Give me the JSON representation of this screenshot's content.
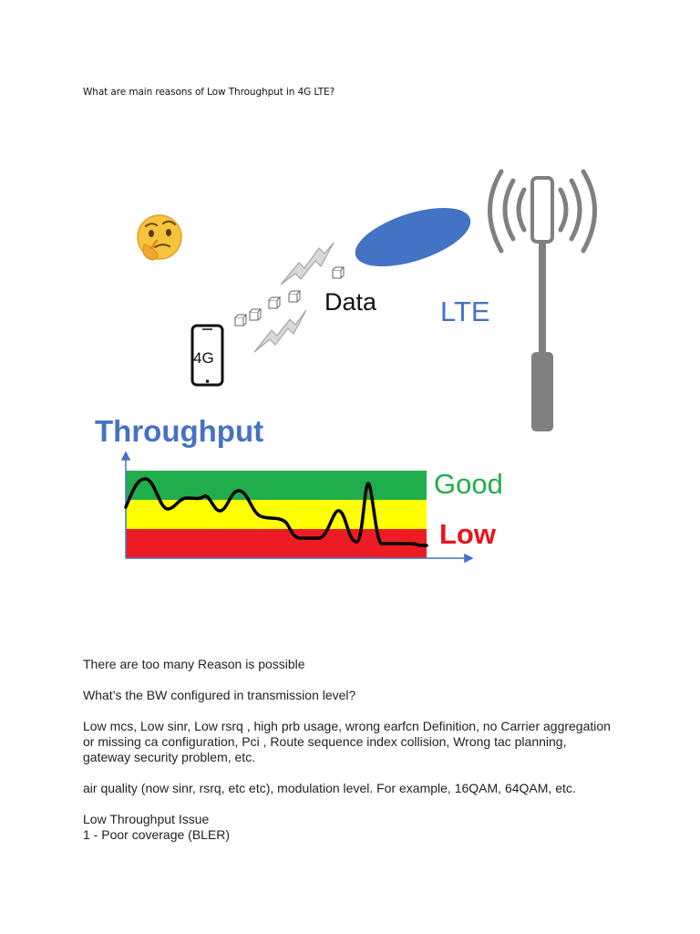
{
  "title": "What are main reasons of Low Throughput in 4G LTE?",
  "figure": {
    "phone_label": "4G",
    "data_label": "Data",
    "tower_label": "LTE",
    "throughput_label": "Throughput",
    "good_label": "Good",
    "low_label": "Low",
    "emoji": "thinking-face",
    "colors": {
      "blue_text": "#4472c4",
      "green_text": "#1fae4b",
      "red_text": "#e8141b",
      "band_green": "#1fae4b",
      "band_yellow": "#ffff00",
      "band_red": "#ed1c24",
      "oval": "#4472c4",
      "tower": "#808080"
    }
  },
  "paragraphs": [
    "There are too many Reason is possible",
    "What’s the BW configured in transmission level?",
    "Low mcs, Low sinr, Low rsrq , high prb usage, wrong earfcn Definition, no Carrier aggregation or missing ca configuration, Pci , Route sequence index collision, Wrong tac planning, gateway security problem, etc.",
    "air quality (now sinr, rsrq, etc etc), modulation level. For example, 16QAM, 64QAM, etc."
  ],
  "issue": {
    "heading": "Low Throughput Issue",
    "item1": "1 - Poor coverage (BLER)"
  }
}
